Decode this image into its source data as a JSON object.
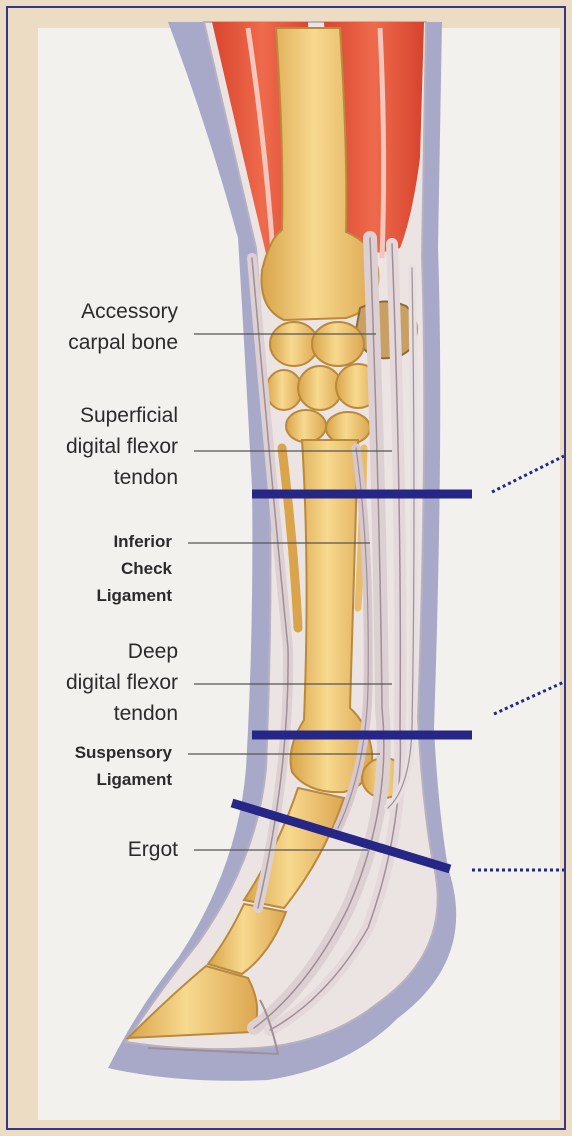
{
  "colors": {
    "background": "#ecdcc4",
    "panel": "#f3f1ee",
    "frame_border": "#35358c",
    "muscle": "#e0543a",
    "bone": "#f0c56e",
    "tendon": "#ddd0d2",
    "shadow": "#a8a9c9",
    "cross_section_line": "#262687",
    "leader_line": "#555555"
  },
  "labels": {
    "accessory_carpal_bone": "Accessory\ncarpal bone",
    "superficial_digital_flexor_tendon": "Superficial\ndigital flexor\ntendon",
    "inferior_check_ligament": "Inferior\nCheck\nLigament",
    "deep_digital_flexor_tendon": "Deep\ndigital flexor\ntendon",
    "suspensory_ligament": "Suspensory\nLigament",
    "ergot": "Ergot"
  }
}
